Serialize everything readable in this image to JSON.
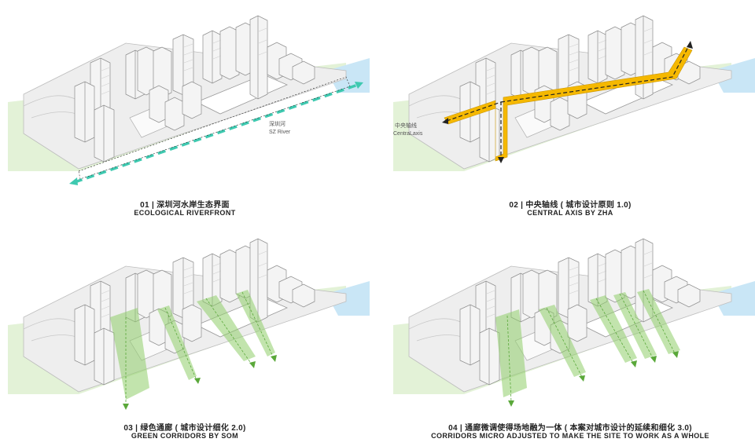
{
  "panels": [
    {
      "title_cn": "01 | 深圳河水岸生态界面",
      "title_en": "ECOLOGICAL RIVERFRONT",
      "river_label_cn": "深圳河",
      "river_label_en": "SZ River"
    },
    {
      "title_cn": "02 | 中央轴线 ( 城市设计原则 1.0)",
      "title_en": "CENTRAL AXIS BY ZHA",
      "axis_label_cn": "中央轴线",
      "axis_label_en": "CentraLaxis"
    },
    {
      "title_cn": "03 | 绿色通廊 ( 城市设计细化 2.0)",
      "title_en": "GREEN CORRIDORS BY SOM"
    },
    {
      "title_cn": "04 | 通廊微调使得场地融为一体 ( 本案对城市设计的延续和细化 3.0)",
      "title_en": "CORRIDORS MICRO ADJUSTED TO MAKE THE SITE TO WORK AS A WHOLE"
    }
  ],
  "colors": {
    "river_dash": "#3fc9b0",
    "axis": "#f5b800",
    "corridor": "#8fce6a",
    "water": "#bcdff2",
    "green_edge": "#d9efc8"
  }
}
